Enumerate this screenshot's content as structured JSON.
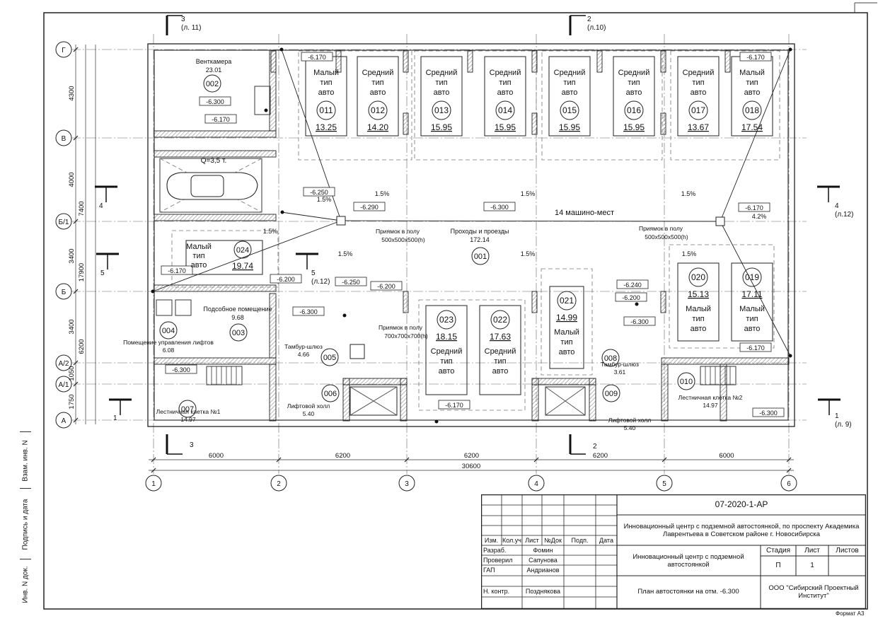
{
  "plan": {
    "title": "14 машино-мест",
    "grid_axes_letters": [
      "Г",
      "В",
      "Б/1",
      "Б",
      "А/2",
      "А/1",
      "А"
    ],
    "grid_axes_numbers": [
      "1",
      "2",
      "3",
      "4",
      "5",
      "6"
    ],
    "dim_horizontal": [
      "6000",
      "6200",
      "6200",
      "6200",
      "6000"
    ],
    "dim_total": "30600",
    "dim_vertical_outer": [
      "4300",
      "4000",
      "3400",
      "3400",
      "1050",
      "1750"
    ],
    "dim_vertical_groups": [
      "7400",
      "6200"
    ],
    "dim_vertical_total": "17900",
    "crane_label": "Q=3,5 т.",
    "rooms": [
      {
        "num": "001",
        "name": "Проходы и проезды",
        "area": "172.14"
      },
      {
        "num": "002",
        "name": "Венткамера",
        "area": "23.01"
      },
      {
        "num": "003",
        "name": "Подсобное помещение",
        "area": "9.68"
      },
      {
        "num": "004",
        "name": "Помещение управления лифтов",
        "area": "6.08"
      },
      {
        "num": "005",
        "name": "Тамбур-шлюз",
        "area": "4.66"
      },
      {
        "num": "006",
        "name": "Лифтовой холл",
        "area": "5.40"
      },
      {
        "num": "007",
        "name": "Лестничная клетка №1",
        "area": "14.97"
      },
      {
        "num": "008",
        "name": "Тамбур-шлюз",
        "area": "3.61"
      },
      {
        "num": "009",
        "name": "Лифтовой холл",
        "area": "5.40"
      },
      {
        "num": "010",
        "name": "Лестничная клетка №2",
        "area": "14.97"
      }
    ],
    "parking": [
      {
        "num": "011",
        "type": "Малый тип авто",
        "area": "13.25"
      },
      {
        "num": "012",
        "type": "Средний тип авто",
        "area": "14.20"
      },
      {
        "num": "013",
        "type": "Средний тип авто",
        "area": "15.95"
      },
      {
        "num": "014",
        "type": "Средний тип авто",
        "area": "15.95"
      },
      {
        "num": "015",
        "type": "Средний тип авто",
        "area": "15.95"
      },
      {
        "num": "016",
        "type": "Средний тип авто",
        "area": "15.95"
      },
      {
        "num": "017",
        "type": "Средний тип авто",
        "area": "13.67"
      },
      {
        "num": "018",
        "type": "Малый тип авто",
        "area": "17.54"
      },
      {
        "num": "019",
        "type": "Малый тип авто",
        "area": "17.11"
      },
      {
        "num": "020",
        "type": "Малый тип авто",
        "area": "15.13"
      },
      {
        "num": "021",
        "type": "Малый тип авто",
        "area": "14.99"
      },
      {
        "num": "022",
        "type": "Средний тип авто",
        "area": "17.63"
      },
      {
        "num": "023",
        "type": "Средний тип авто",
        "area": "18.15"
      },
      {
        "num": "024",
        "type": "Малый тип авто",
        "area": "19.74"
      }
    ],
    "levels": [
      "-6.170",
      "-6.300",
      "-6.250",
      "-6.290",
      "-6.200",
      "-6.240"
    ],
    "slopes": [
      "1.5%",
      "4.2%"
    ],
    "pits": [
      "Приямок в полу 500х500х500(h)",
      "Приямок в полу 700х700х700(h)"
    ],
    "sections": [
      {
        "num": "3",
        "ref": "(л. 11)"
      },
      {
        "num": "2",
        "ref": "(л.10)"
      },
      {
        "num": "4",
        "ref": "(л.12)"
      },
      {
        "num": "5",
        "ref": "(л.12)"
      },
      {
        "num": "1",
        "ref": "(л. 9)"
      }
    ]
  },
  "side_labels": [
    "Взам. инв. N",
    "Подпись и дата",
    "Инв. N док."
  ],
  "title_block": {
    "code": "07-2020-1-АР",
    "project": "Инновационный центр с подземной автостоянкой, по проспекту Академика Лаврентьева в Советском районе г. Новосибирска",
    "object": "Инновационный центр с подземной автостоянкой",
    "sheet_title": "План автостоянки на отм. -6.300",
    "org": "ООО \"Сибирский Проектный Институт\"",
    "col_headers": [
      "Изм.",
      "Кол.уч",
      "Лист",
      "№Док",
      "Подп.",
      "Дата"
    ],
    "roles": [
      {
        "role": "Разраб.",
        "name": "Фомин"
      },
      {
        "role": "Проверил",
        "name": "Сапунова"
      },
      {
        "role": "ГАП",
        "name": "Андрианов"
      },
      {
        "role": "Н. контр.",
        "name": "Позднякова"
      }
    ],
    "stage_header": "Стадия",
    "sheet_header": "Лист",
    "sheets_header": "Листов",
    "stage": "П",
    "sheet": "1",
    "sheets": ""
  },
  "format": "Формат А3"
}
